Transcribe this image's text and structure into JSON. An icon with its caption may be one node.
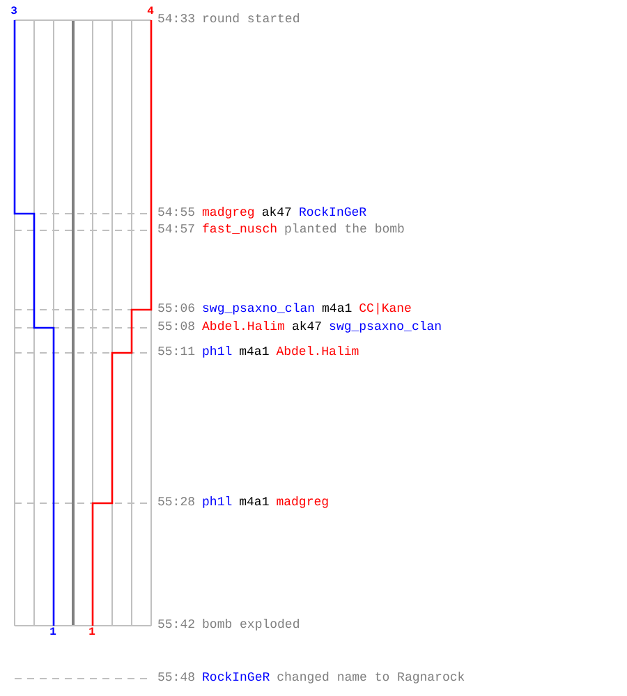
{
  "diagram": {
    "labels": [
      "3",
      "4",
      "54:33",
      "round started",
      "54:55",
      "madgreg",
      "ak47",
      "RockInGeR",
      "54:57",
      "fast_nusch",
      "planted the bomb",
      "55:06",
      "swg_psaxno_clan",
      "m4a1",
      "CC|Kane",
      "55:08",
      "Abdel.Halim",
      "ak47",
      "swg_psaxno_clan",
      "55:11",
      "ph1l",
      "m4a1",
      "Abdel.Halim",
      "55:28",
      "ph1l",
      "m4a1",
      "madgreg",
      "55:42",
      "bomb exploded",
      "1",
      "1",
      "55:48",
      "RockInGeR",
      "changed name to Ragnarock"
    ]
  }
}
